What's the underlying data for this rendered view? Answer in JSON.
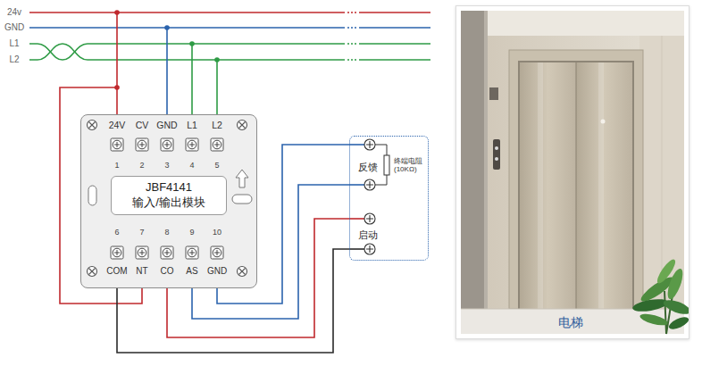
{
  "diagram": {
    "nodes": [
      {
        "text": [
          "JBF4141",
          "输入/输出模块"
        ]
      },
      {
        "text": [
          "反馈",
          "终端电阻 (10KΩ)",
          "启动"
        ]
      },
      {
        "text": [
          "电梯"
        ]
      }
    ],
    "edges": [
      {
        "from": 0,
        "to": 1,
        "arrow": "none"
      },
      {
        "from": 0,
        "to": 1,
        "arrow": "none"
      },
      {
        "from": 0,
        "to": 1,
        "arrow": "none"
      },
      {
        "from": 0,
        "to": 1,
        "arrow": "none"
      }
    ],
    "labels": [
      "24v",
      "GND",
      "L1",
      "L2",
      "24V",
      "CV",
      "GND",
      "L1",
      "L2",
      "1",
      "2",
      "3",
      "4",
      "5",
      "6",
      "7",
      "8",
      "9",
      "10",
      "COM",
      "NT",
      "CO",
      "AS",
      "GND"
    ]
  }
}
